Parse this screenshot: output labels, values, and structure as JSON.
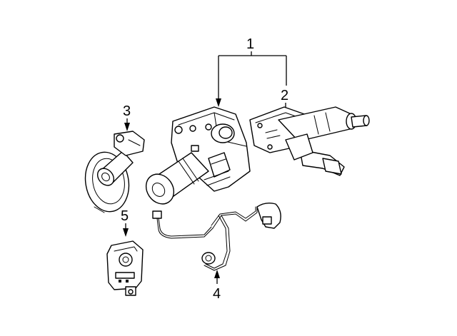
{
  "callouts": [
    {
      "id": "1",
      "label": "1"
    },
    {
      "id": "2",
      "label": "2"
    },
    {
      "id": "3",
      "label": "3"
    },
    {
      "id": "4",
      "label": "4"
    },
    {
      "id": "5",
      "label": "5"
    }
  ],
  "colors": {
    "background": "#ffffff",
    "line": "#000000"
  }
}
